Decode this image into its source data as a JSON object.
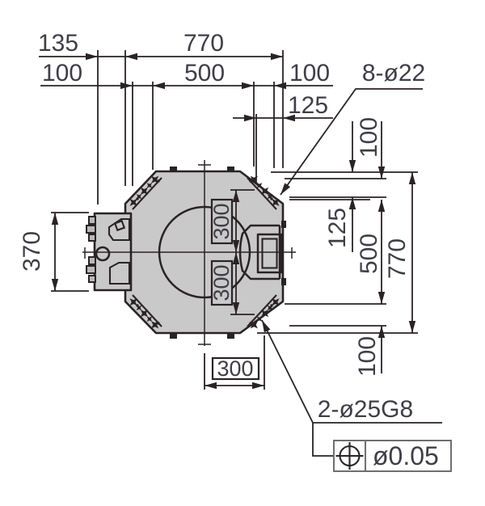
{
  "dimensions": {
    "top": {
      "offset_135": "135",
      "overall_770": "770",
      "left_100": "100",
      "pattern_500": "500",
      "right_100": "100",
      "right_125": "125"
    },
    "left": {
      "connector_height_370": "370"
    },
    "right": {
      "upper_100": "100",
      "upper_125": "125",
      "pattern_500": "500",
      "overall_770": "770",
      "lower_100": "100"
    },
    "basic_boxed": {
      "upper_300": "300",
      "lower_300": "300",
      "bottom_300": "300"
    }
  },
  "callouts": {
    "mounting_holes": "8-ø22",
    "dowel_holes": "2-ø25G8"
  },
  "gdt": {
    "symbol": "position",
    "tolerance": "ø0.05"
  },
  "colors": {
    "line": "#2a2326",
    "text": "#3f3e47",
    "body_fill": "#c9c9ca",
    "frame_stroke": "#6f6f6f",
    "background": "#ffffff"
  }
}
